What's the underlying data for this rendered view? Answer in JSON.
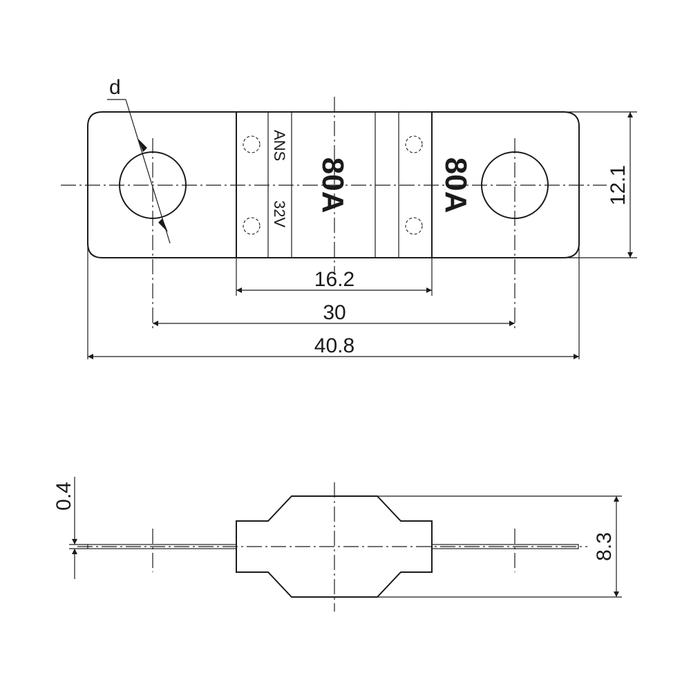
{
  "top_view": {
    "hole_label": "d",
    "rating_center": "80A",
    "rating_right": "80A",
    "brand": "ANS",
    "voltage": "32V",
    "dim_body_width": "16.2",
    "dim_hole_spacing": "30",
    "dim_total_length": "40.8",
    "dim_height": "12.1"
  },
  "side_view": {
    "dim_thickness": "0.4",
    "dim_body_height": "8.3"
  }
}
